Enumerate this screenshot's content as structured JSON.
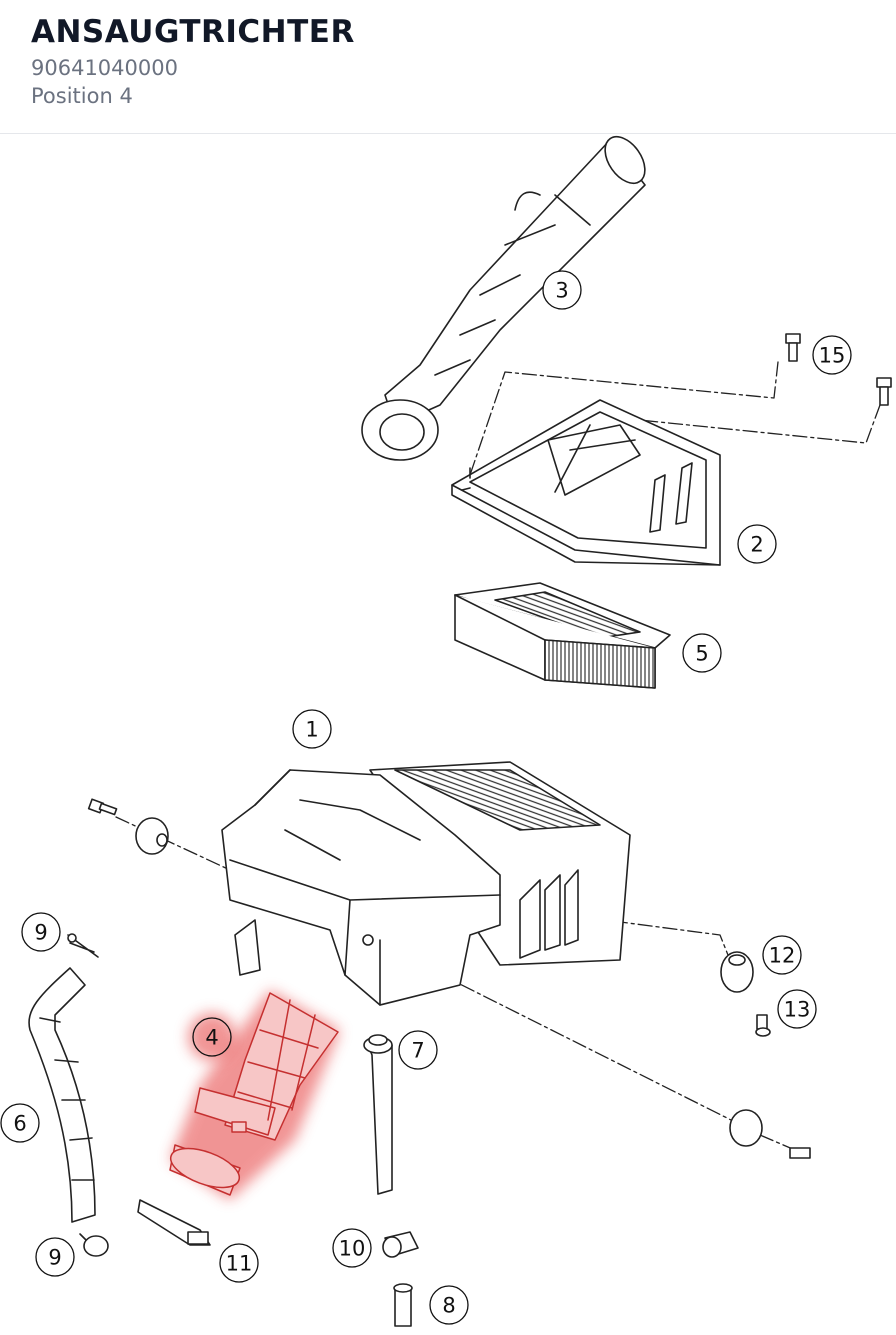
{
  "header": {
    "title": "ANSAUGTRICHTER",
    "part_number": "90641040000",
    "position_label": "Position 4"
  },
  "diagram": {
    "highlight_color": "#e53e3e",
    "highlighted_callout": "4",
    "callouts": {
      "c1": "1",
      "c2": "2",
      "c3": "3",
      "c4": "4",
      "c5": "5",
      "c6": "6",
      "c7": "7",
      "c8": "8",
      "c9a": "9",
      "c9b": "9",
      "c10": "10",
      "c11": "11",
      "c12": "12",
      "c13": "13",
      "c15": "15"
    }
  }
}
